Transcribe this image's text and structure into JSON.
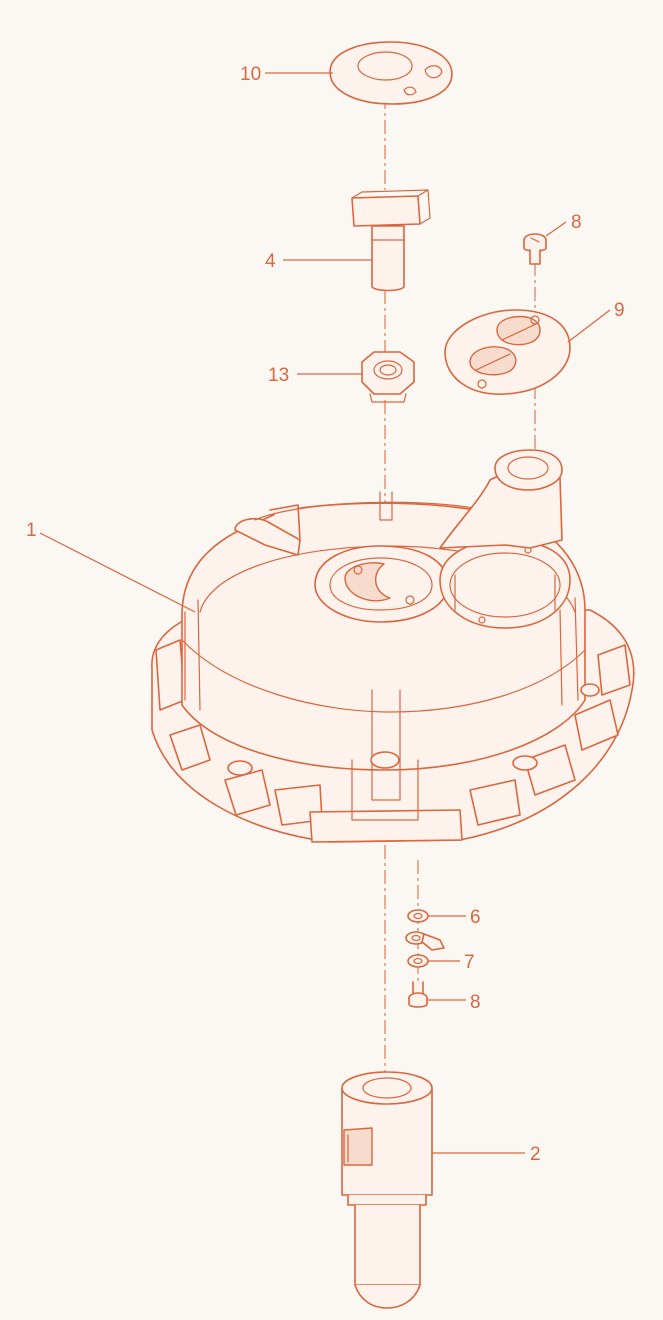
{
  "diagram": {
    "callouts": [
      {
        "id": "c10",
        "label": "10"
      },
      {
        "id": "c8a",
        "label": "8"
      },
      {
        "id": "c4",
        "label": "4"
      },
      {
        "id": "c9",
        "label": "9"
      },
      {
        "id": "c13",
        "label": "13"
      },
      {
        "id": "c1",
        "label": "1"
      },
      {
        "id": "c6",
        "label": "6"
      },
      {
        "id": "c7",
        "label": "7"
      },
      {
        "id": "c8b",
        "label": "8"
      },
      {
        "id": "c2",
        "label": "2"
      }
    ],
    "colors": {
      "line": "#d9673f",
      "background": "#fbf8f4",
      "fill": "#fdf3ec"
    }
  }
}
